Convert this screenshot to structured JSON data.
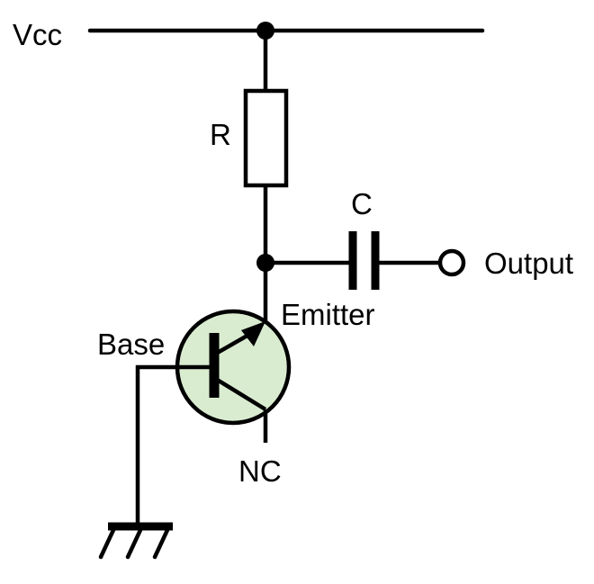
{
  "labels": {
    "vcc": "Vcc",
    "resistor": "R",
    "capacitor": "C",
    "output": "Output",
    "emitter": "Emitter",
    "base": "Base",
    "collector": "NC"
  },
  "colors": {
    "wire": "#000000",
    "transistor_fill": "#d9ecd0",
    "background": "#ffffff"
  }
}
